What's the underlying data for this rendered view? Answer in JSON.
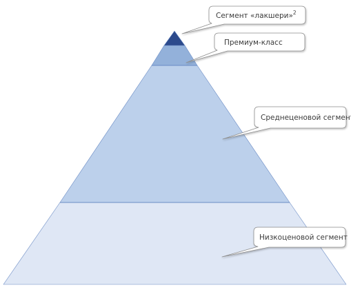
{
  "diagram": {
    "colors": {
      "luxury": "#2c4a8c",
      "premium": "#93b1da",
      "mid": "#bcd0eb",
      "low": "#dfe7f5",
      "band_border": "#6a8bc4",
      "callout_fill": "#ffffff",
      "callout_stroke": "#8d8d8d",
      "text": "#3a3a3a"
    },
    "segments": [
      {
        "id": "luxury",
        "label": "Сегмент «лакшери»",
        "superscript": "2"
      },
      {
        "id": "premium",
        "label": "Премиум-класс",
        "superscript": ""
      },
      {
        "id": "mid",
        "label": "Среднеценовой сегмент",
        "superscript": ""
      },
      {
        "id": "low",
        "label": "Низкоценовой сегмент",
        "superscript": ""
      }
    ]
  }
}
